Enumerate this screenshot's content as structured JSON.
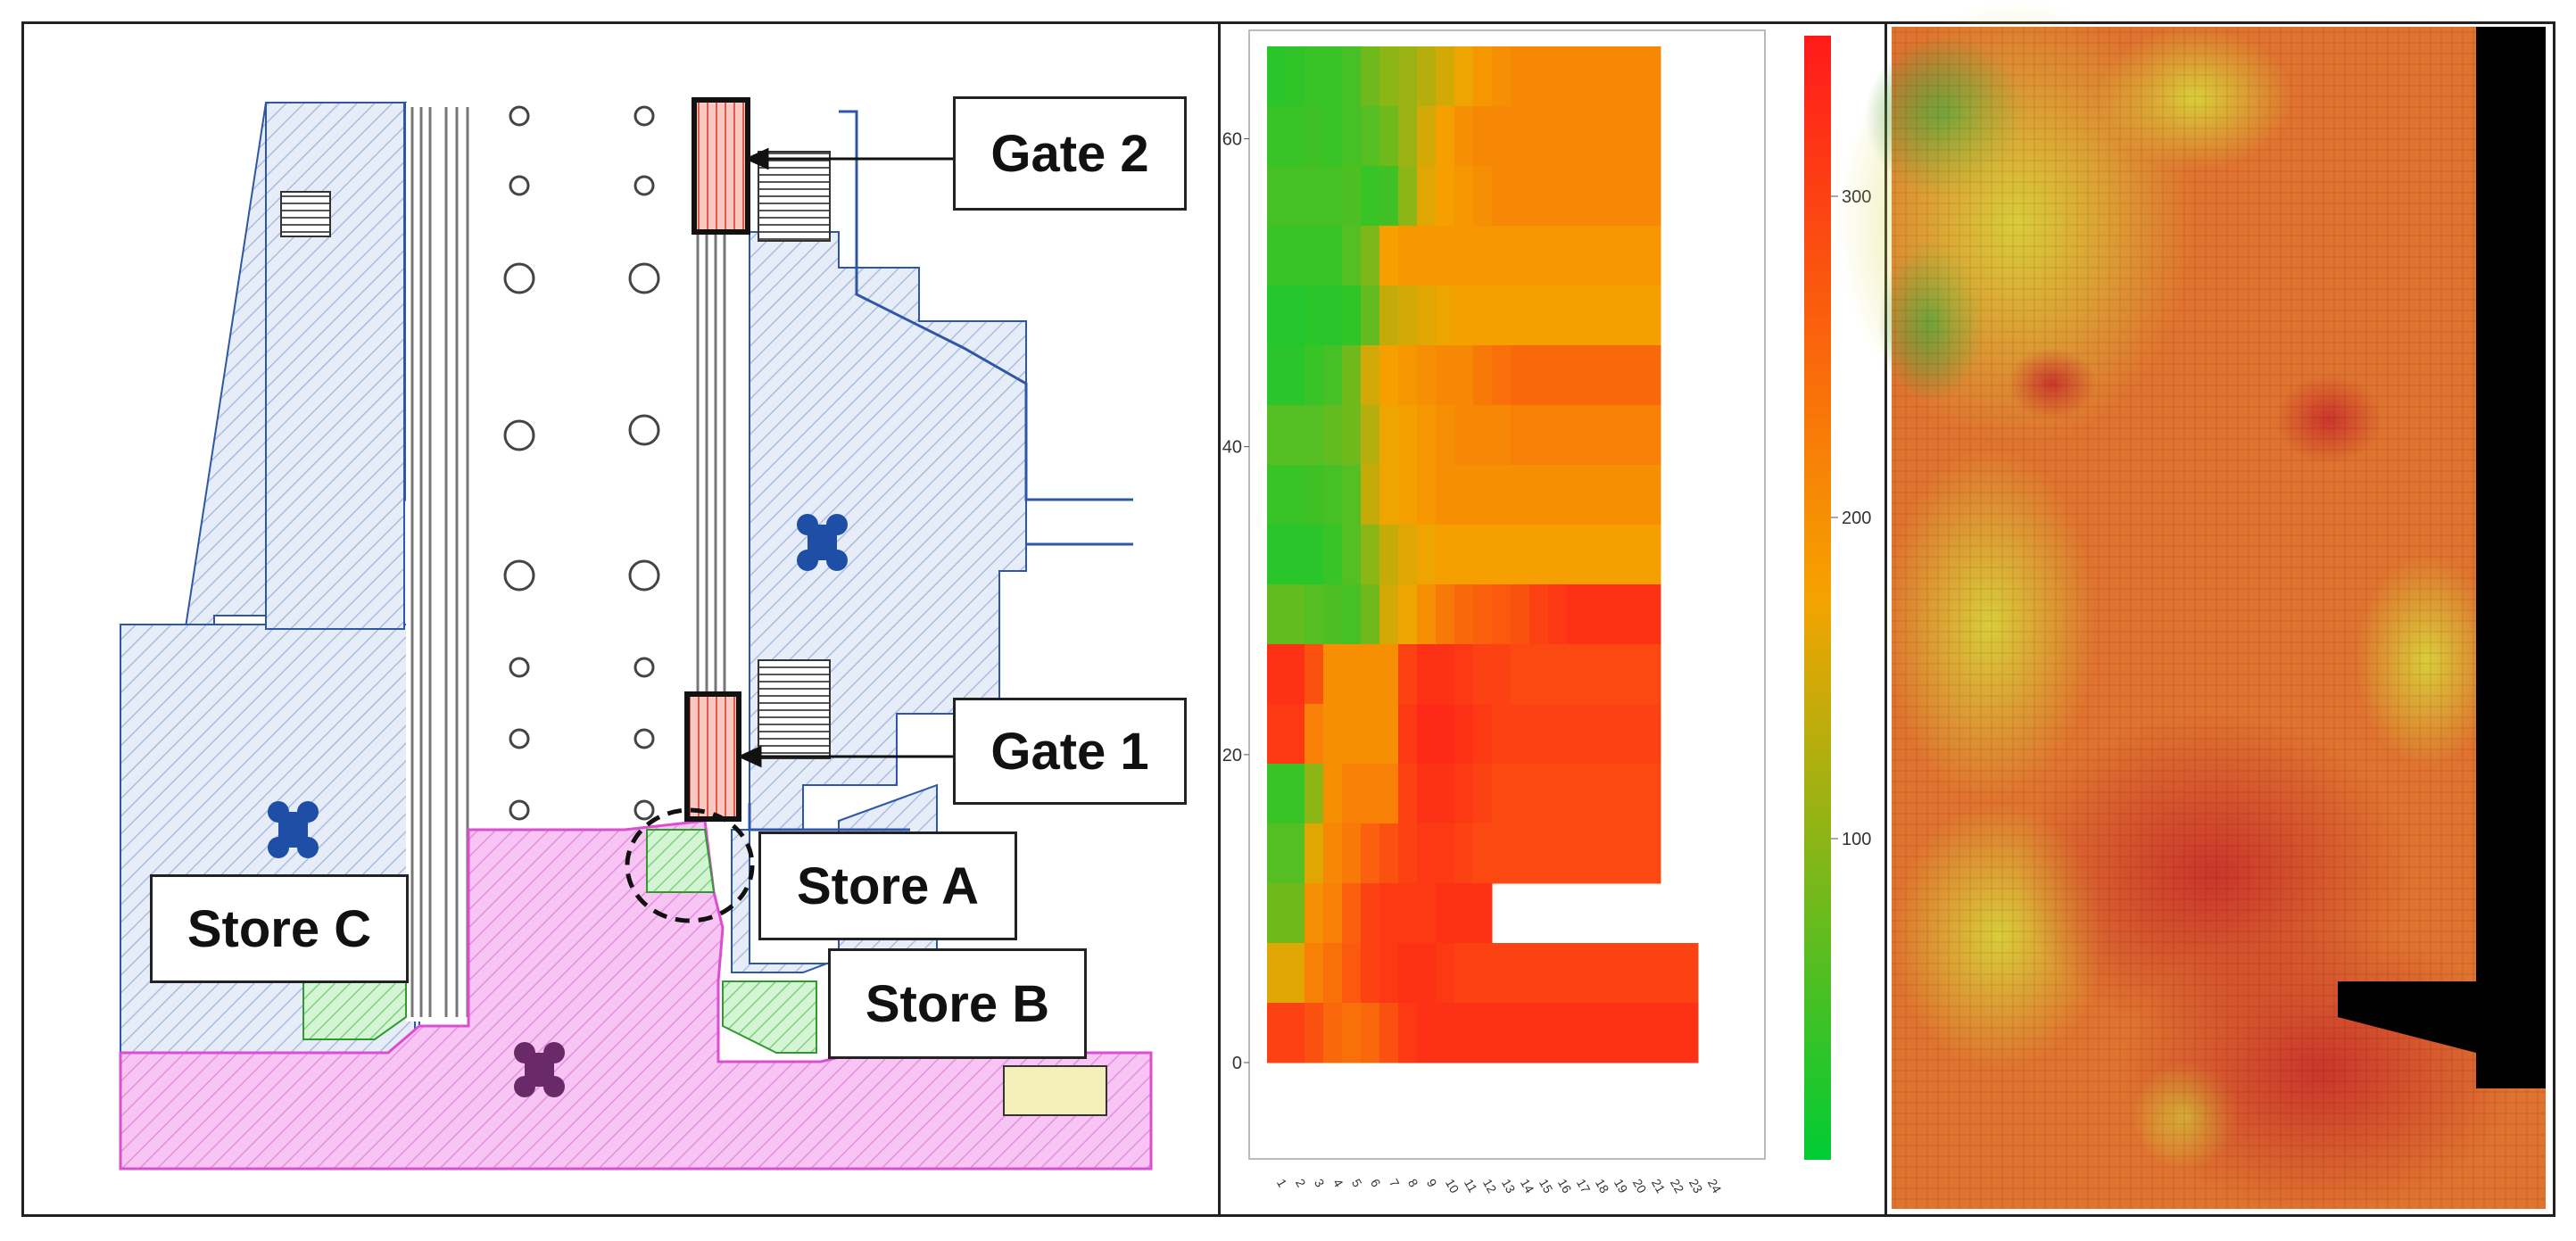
{
  "figure": {
    "labels": {
      "gate2": "Gate 2",
      "gate1": "Gate 1",
      "storeA": "Store A",
      "storeB": "Store B",
      "storeC": "Store C"
    }
  },
  "colors": {
    "pink_zone": "#f3b7ef",
    "blue_zone": "#dfe8f7",
    "green_store": "#c8f0c8",
    "gate_fill": "#f7b9b0",
    "line_blue": "#2f57a8"
  },
  "chart_data": [
    {
      "type": "heatmap",
      "colorscale": [
        "#00cc33",
        "#f5a300",
        "#ff1a1a"
      ],
      "colorbar_ticks": [
        100,
        200,
        300
      ],
      "colorbar_range": [
        0,
        350
      ],
      "y_ticks": [
        0,
        20,
        40,
        60
      ],
      "x_ticks": [
        "1",
        "2",
        "3",
        "4",
        "5",
        "6",
        "7",
        "8",
        "9",
        "10",
        "11",
        "12",
        "13",
        "14",
        "15",
        "16",
        "17",
        "18",
        "19",
        "20",
        "21",
        "22",
        "23",
        "24"
      ],
      "grid_cols": 24,
      "grid_rows": 17,
      "row_values_top_to_bottom": [
        [
          30,
          35,
          40,
          40,
          50,
          80,
          100,
          110,
          130,
          150,
          170,
          190,
          200,
          210,
          210,
          210,
          210,
          210,
          210,
          210,
          210,
          null,
          null,
          null
        ],
        [
          40,
          40,
          45,
          40,
          50,
          60,
          80,
          110,
          150,
          180,
          200,
          210,
          210,
          210,
          210,
          210,
          210,
          210,
          210,
          210,
          210,
          null,
          null,
          null
        ],
        [
          50,
          50,
          50,
          50,
          55,
          40,
          45,
          100,
          160,
          180,
          190,
          200,
          210,
          210,
          210,
          210,
          210,
          210,
          210,
          210,
          210,
          null,
          null,
          null
        ],
        [
          40,
          40,
          40,
          40,
          60,
          90,
          180,
          190,
          190,
          190,
          190,
          190,
          190,
          190,
          190,
          190,
          190,
          190,
          190,
          190,
          190,
          null,
          null,
          null
        ],
        [
          25,
          25,
          30,
          30,
          35,
          70,
          140,
          150,
          160,
          170,
          180,
          180,
          180,
          180,
          180,
          180,
          180,
          180,
          180,
          180,
          180,
          null,
          null,
          null
        ],
        [
          30,
          30,
          40,
          50,
          80,
          150,
          180,
          190,
          200,
          210,
          210,
          230,
          240,
          250,
          250,
          250,
          250,
          250,
          250,
          250,
          250,
          null,
          null,
          null
        ],
        [
          60,
          60,
          60,
          70,
          80,
          130,
          170,
          180,
          190,
          200,
          210,
          210,
          210,
          220,
          220,
          220,
          220,
          220,
          220,
          220,
          220,
          null,
          null,
          null
        ],
        [
          40,
          40,
          45,
          50,
          60,
          140,
          170,
          180,
          190,
          200,
          200,
          200,
          200,
          200,
          200,
          200,
          200,
          200,
          200,
          200,
          200,
          null,
          null,
          null
        ],
        [
          30,
          30,
          30,
          40,
          60,
          100,
          140,
          160,
          170,
          180,
          180,
          180,
          180,
          180,
          180,
          180,
          180,
          180,
          180,
          180,
          180,
          null,
          null,
          null
        ],
        [
          70,
          70,
          60,
          55,
          50,
          80,
          150,
          170,
          200,
          230,
          250,
          260,
          270,
          280,
          300,
          310,
          320,
          320,
          320,
          320,
          320,
          null,
          null,
          null
        ],
        [
          320,
          320,
          280,
          200,
          200,
          200,
          200,
          300,
          320,
          320,
          310,
          300,
          300,
          290,
          290,
          290,
          290,
          290,
          290,
          290,
          290,
          null,
          null,
          null
        ],
        [
          310,
          310,
          220,
          200,
          200,
          200,
          200,
          310,
          330,
          330,
          320,
          310,
          300,
          300,
          300,
          300,
          300,
          300,
          300,
          300,
          300,
          null,
          null,
          null
        ],
        [
          40,
          40,
          100,
          200,
          220,
          220,
          220,
          300,
          320,
          320,
          310,
          300,
          290,
          290,
          290,
          290,
          290,
          290,
          290,
          290,
          290,
          null,
          null,
          null
        ],
        [
          60,
          60,
          160,
          210,
          230,
          260,
          280,
          300,
          310,
          310,
          300,
          290,
          290,
          290,
          290,
          290,
          290,
          290,
          290,
          290,
          290,
          null,
          null,
          null
        ],
        [
          80,
          80,
          200,
          220,
          260,
          300,
          310,
          310,
          310,
          320,
          320,
          320,
          null,
          null,
          null,
          null,
          null,
          null,
          null,
          null,
          null,
          null,
          null,
          null
        ],
        [
          160,
          160,
          220,
          240,
          270,
          300,
          310,
          320,
          320,
          310,
          300,
          300,
          300,
          300,
          300,
          300,
          300,
          300,
          300,
          300,
          300,
          300,
          300,
          null
        ],
        [
          300,
          300,
          280,
          250,
          240,
          250,
          280,
          310,
          320,
          320,
          320,
          320,
          320,
          320,
          320,
          320,
          320,
          320,
          320,
          320,
          320,
          320,
          320,
          null
        ]
      ]
    }
  ]
}
